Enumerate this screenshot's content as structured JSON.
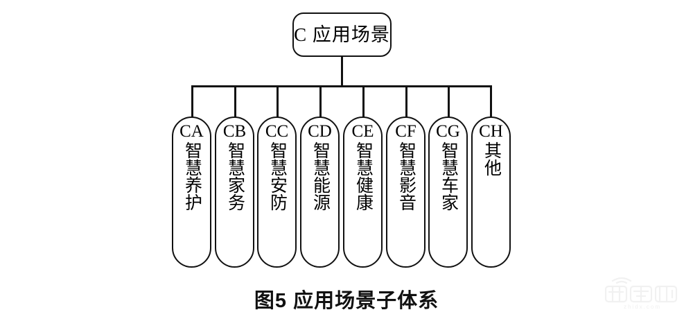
{
  "figure": {
    "caption": "图5 应用场景子体系",
    "background_color": "#ffffff",
    "stroke_color": "#111111"
  },
  "root": {
    "label": "C 应用场景"
  },
  "children": [
    {
      "code": "CA",
      "name": "智慧养护"
    },
    {
      "code": "CB",
      "name": "智慧家务"
    },
    {
      "code": "CC",
      "name": "智慧安防"
    },
    {
      "code": "CD",
      "name": "智慧能源"
    },
    {
      "code": "CE",
      "name": "智慧健康"
    },
    {
      "code": "CF",
      "name": "智慧影音"
    },
    {
      "code": "CG",
      "name": "智慧车家"
    },
    {
      "code": "CH",
      "name": "其他"
    }
  ],
  "watermark": {
    "logo": "智东西",
    "url": "zhidx.com"
  },
  "chart_data": {
    "type": "diagram",
    "diagram_kind": "tree",
    "title": "图5 应用场景子体系",
    "root": "C 应用场景",
    "nodes": [
      {
        "id": "CA",
        "label": "CA 智慧养护",
        "parent": "C"
      },
      {
        "id": "CB",
        "label": "CB 智慧家务",
        "parent": "C"
      },
      {
        "id": "CC",
        "label": "CC 智慧安防",
        "parent": "C"
      },
      {
        "id": "CD",
        "label": "CD 智慧能源",
        "parent": "C"
      },
      {
        "id": "CE",
        "label": "CE 智慧健康",
        "parent": "C"
      },
      {
        "id": "CF",
        "label": "CF 智慧影音",
        "parent": "C"
      },
      {
        "id": "CG",
        "label": "CG 智慧车家",
        "parent": "C"
      },
      {
        "id": "CH",
        "label": "CH 其他",
        "parent": "C"
      }
    ]
  }
}
